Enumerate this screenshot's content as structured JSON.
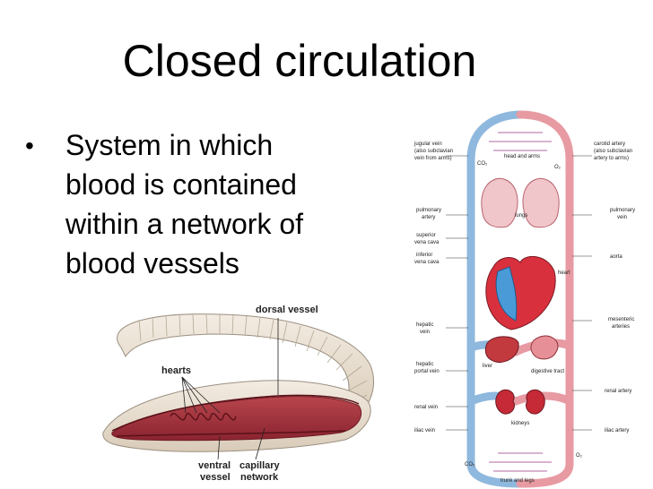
{
  "slide": {
    "title": "Closed circulation",
    "bullet": "System in which\nblood is contained\nwithin a network of\nblood vessels"
  },
  "worm_diagram": {
    "labels": {
      "dorsal_vessel": "dorsal vessel",
      "hearts": "hearts",
      "ventral": "ventral",
      "vessel": "vessel",
      "capillary": "capillary",
      "network": "network"
    }
  },
  "circulation_diagram": {
    "labels": {
      "jugular_vein": "jugular vein",
      "jugular_note1": "(also subclavian",
      "jugular_note2": "vein from arms)",
      "head_and_arms": "head and arms",
      "carotid_artery": "carotid artery",
      "carotid_note1": "(also subclavian",
      "carotid_note2": "artery to arms)",
      "co2_top": "CO₂",
      "o2_top": "O₂",
      "pulmonary_artery1": "pulmonary",
      "pulmonary_artery2": "artery",
      "lungs": "lungs",
      "pulmonary_vein1": "pulmonary",
      "pulmonary_vein2": "vein",
      "superior1": "superior",
      "superior2": "vena cava",
      "inferior1": "inferior",
      "inferior2": "vena cava",
      "aorta": "aorta",
      "heart": "heart",
      "hepatic_vein1": "hepatic",
      "hepatic_vein2": "vein",
      "mesenteric1": "mesenteric",
      "mesenteric2": "arteries",
      "liver": "liver",
      "hepatic_portal1": "hepatic",
      "hepatic_portal2": "portal vein",
      "digestive_tract": "digestive tract",
      "renal_artery": "renal artery",
      "renal_vein": "renal vein",
      "kidneys": "kidneys",
      "iliac_vein": "iliac vein",
      "iliac_artery": "iliac artery",
      "co2_bottom": "CO₂",
      "o2_bottom": "O₂",
      "trunk_and_legs": "trunk and legs"
    }
  }
}
